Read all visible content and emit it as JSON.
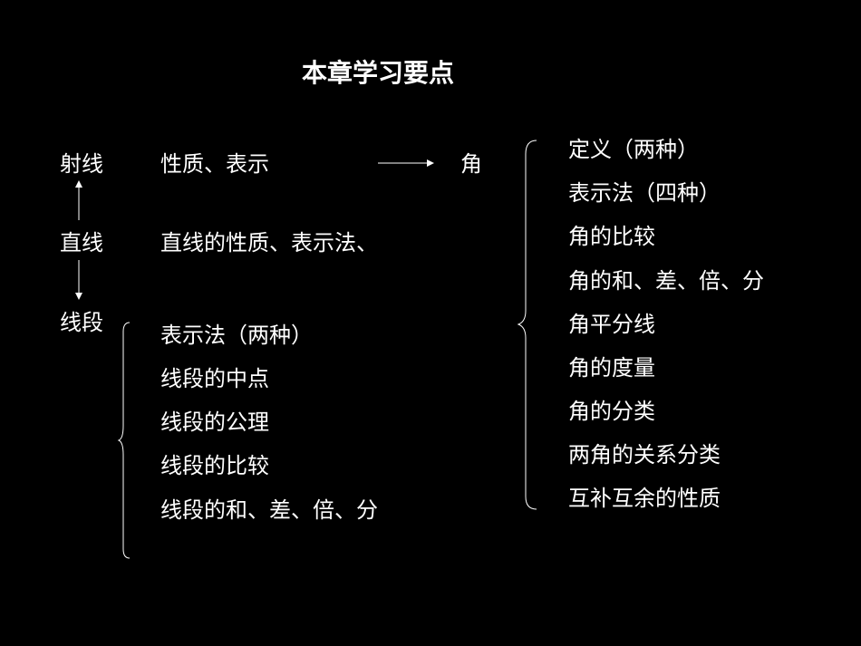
{
  "title": "本章学习要点",
  "left_terms": {
    "ray": "射线",
    "line": "直线",
    "segment": "线段"
  },
  "ray_desc": "性质、表示",
  "line_desc": "直线的性质、表示法、",
  "angle": "角",
  "segment_items": [
    "表示法（两种）",
    "线段的中点",
    "线段的公理",
    "线段的比较",
    "线段的和、差、倍、分"
  ],
  "angle_items": [
    "定义（两种）",
    "表示法（四种）",
    "角的比较",
    "角的和、差、倍、分",
    "角平分线",
    "角的度量",
    "角的分类",
    "两角的关系分类",
    "互补互余的性质"
  ]
}
